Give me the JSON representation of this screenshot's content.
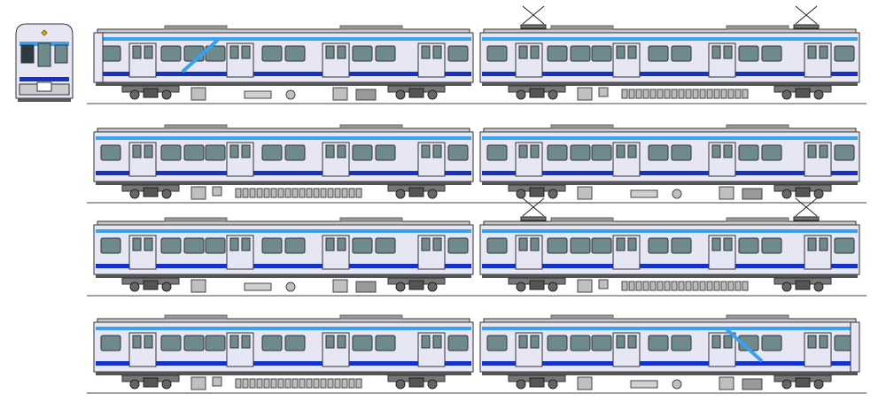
{
  "train": {
    "front_view": {
      "icon": "train-front-icon"
    },
    "rows": [
      {
        "cars": [
          {
            "type": "lead-cab",
            "pantographs": 0,
            "equipment": "compressor"
          },
          {
            "type": "motor",
            "pantographs": 2,
            "equipment": "resistor-grid"
          }
        ]
      },
      {
        "cars": [
          {
            "type": "trailer",
            "pantographs": 0,
            "equipment": "resistor-grid"
          },
          {
            "type": "trailer",
            "pantographs": 0,
            "equipment": "compressor"
          }
        ]
      },
      {
        "cars": [
          {
            "type": "trailer",
            "pantographs": 0,
            "equipment": "compressor"
          },
          {
            "type": "motor",
            "pantographs": 2,
            "equipment": "resistor-grid"
          }
        ]
      },
      {
        "cars": [
          {
            "type": "trailer",
            "pantographs": 0,
            "equipment": "resistor-grid"
          },
          {
            "type": "tail-cab",
            "pantographs": 0,
            "equipment": "compressor"
          }
        ]
      }
    ]
  },
  "colors": {
    "body": "#e6e6f4",
    "body_outline": "#333333",
    "roof": "#c8c8c8",
    "stripe_light_blue": "#3aa0f0",
    "stripe_dark_blue": "#1432c8",
    "window": "#6f8a8c",
    "undercarriage": "#555555",
    "rail": "#444444"
  }
}
